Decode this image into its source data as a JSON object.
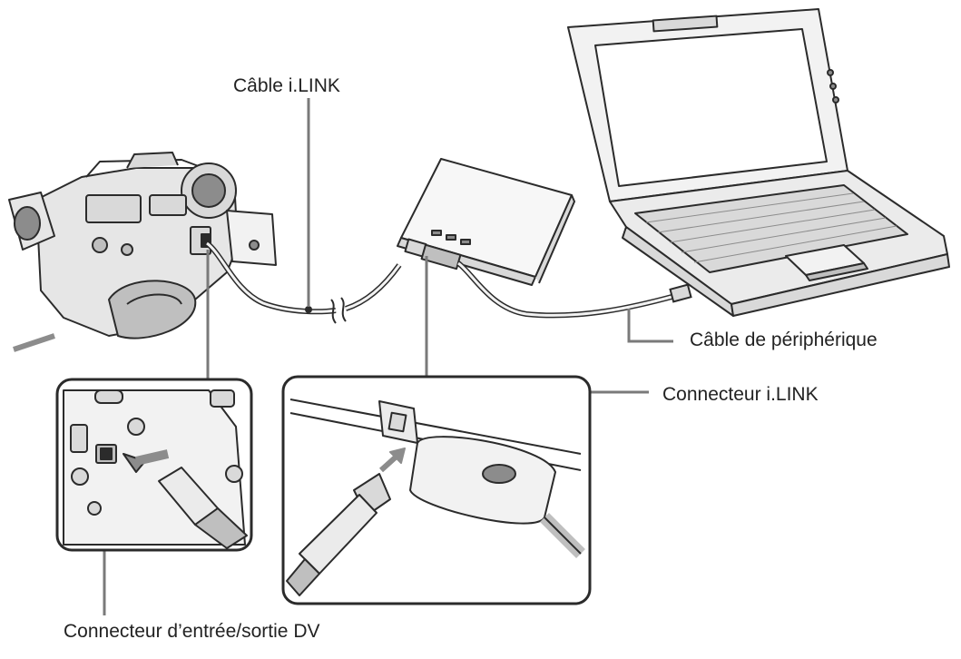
{
  "labels": {
    "cable_ilink": "Câble i.LINK",
    "cable_peripheral": "Câble de périphérique",
    "connector_ilink": "Connecteur i.LINK",
    "connector_dv": "Connecteur d’entrée/sortie DV"
  },
  "colors": {
    "line": "#2b2b2b",
    "leader": "#7a7a7a",
    "fill_light": "#f2f2f2",
    "fill_mid": "#d9d9d9",
    "fill_dark": "#8c8c8c"
  }
}
